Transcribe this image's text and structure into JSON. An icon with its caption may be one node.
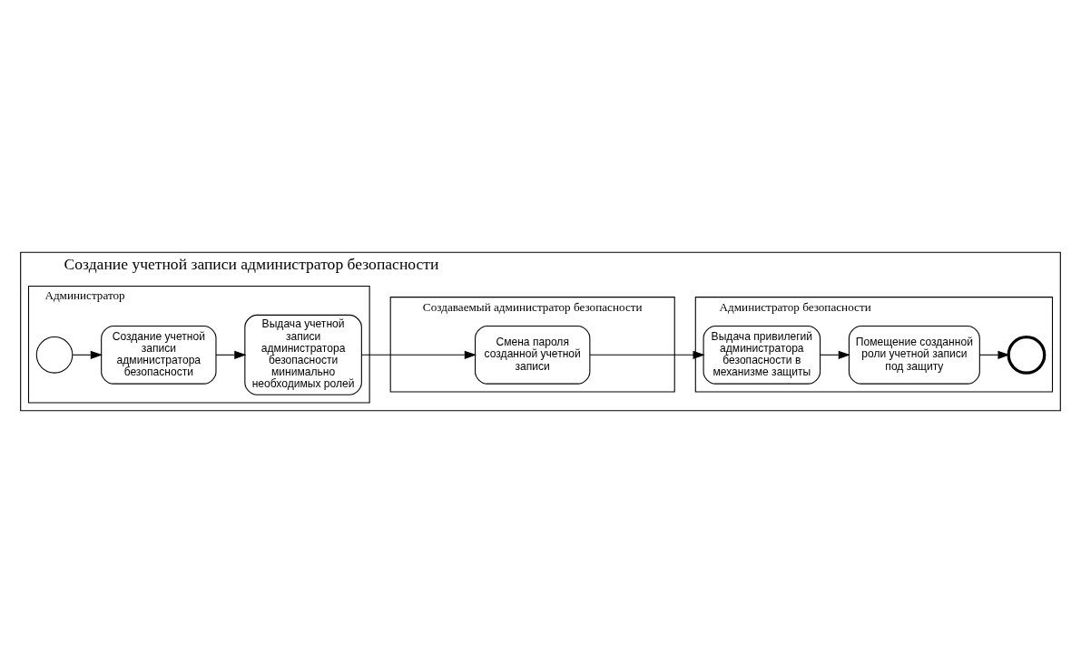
{
  "diagram": {
    "nodes": [
      {
        "text": [
          "Создание учетной записи администратор безопасности"
        ]
      },
      {
        "text": [
          "Администратор"
        ],
        "in": 0
      },
      {
        "text": [
          "Администратор безопасности"
        ],
        "in": 0
      },
      {
        "text": [
          "Создаваемый администратор безопасности"
        ],
        "in": 0
      },
      {
        "text": [],
        "shape": "circle",
        "in": 1
      },
      {
        "text": [
          "Создание учетной записи администратора безопасности"
        ],
        "in": 1
      },
      {
        "text": [
          "Выдача учетной записи администратора безопасности минимально необходимых ролей"
        ],
        "in": 1
      },
      {
        "text": [
          "Выдача привилегий администратора безопасности в механизме защиты"
        ],
        "in": 2
      },
      {
        "text": [
          "Помещение созданной роли учетной записи под защиту"
        ],
        "in": 2
      },
      {
        "text": [],
        "shape": "circle",
        "in": 2
      },
      {
        "text": [
          "Смена пароля созданной учетной записи"
        ],
        "in": 3
      }
    ],
    "edges": [
      {
        "from": 4,
        "to": 5,
        "arrow": "to"
      },
      {
        "from": 5,
        "to": 6,
        "arrow": "to"
      },
      {
        "from": 6,
        "to": 10,
        "arrow": "to"
      },
      {
        "from": 10,
        "to": 7,
        "arrow": "to"
      },
      {
        "from": 7,
        "to": 8,
        "arrow": "to"
      },
      {
        "from": 8,
        "to": 9,
        "arrow": "to"
      }
    ]
  }
}
